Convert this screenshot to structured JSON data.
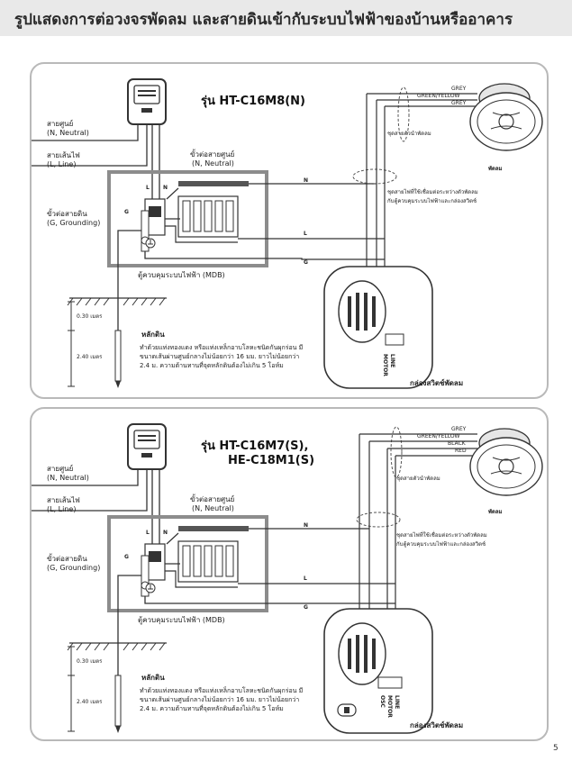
{
  "page_title": "รูปแสดงการต่อวงจรพัดลม และสายดินเข้ากับระบบไฟฟ้าของบ้านหรืออาคาร",
  "page_number": "5",
  "panels": [
    {
      "model": "รุ่น HT-C16M8(N)",
      "model_line2": "",
      "neutral_wire": "สายศูนย์",
      "neutral_wire_en": "(N, Neutral)",
      "live_wire": "สายเส้นไฟ",
      "live_wire_en": "(L, Line)",
      "ground_terminal": "ขั้วต่อสายดิน",
      "ground_terminal_en": "(G, Grounding)",
      "neutral_terminal": "ขั้วต่อสายศูนย์",
      "neutral_terminal_en": "(N, Neutral)",
      "mdb": "ตู้ควบคุมระบบไฟฟ้า (MDB)",
      "depth_1": "0.30 เมตร",
      "depth_2": "2.40 เมตร",
      "ground_rod_title": "หลักดิน",
      "ground_rod_desc": "ทำด้วยแท่งทองแดง หรือแท่งเหล็กอาบโลหะชนิดกันผุกร่อน มีขนาดเส้นผ่านศูนย์กลางไม่น้อยกว่า 16 มม. ยาวไม่น้อยกว่า 2.4 ม. ความต้านทานที่จุดหลักดินต้องไม่เกิน 5 โอห์ม",
      "fan_wires": [
        "GREY",
        "GREEN/YELLOW",
        "GREY"
      ],
      "fan_cable": "ชุดสายตัวนำพัดลม",
      "fan": "พัดลม",
      "connect_cable_line1": "ชุดสายไฟที่ใช้เชื่อมต่อระหว่างตัวพัดลม",
      "connect_cable_line2": "กับตู้ควบคุมระบบไฟฟ้าและกล่องสวิตช์",
      "wire_n": "N",
      "wire_l": "L",
      "wire_g": "G",
      "terminal_g": "G",
      "terminal_l": "L",
      "terminal_n": "N",
      "switch_terms": [
        "LINE",
        "MOTOR"
      ],
      "switch_box": "กล่องสวิตช์พัดลม"
    },
    {
      "model": "รุ่น HT-C16M7(S),",
      "model_line2": "HE-C18M1(S)",
      "neutral_wire": "สายศูนย์",
      "neutral_wire_en": "(N, Neutral)",
      "live_wire": "สายเส้นไฟ",
      "live_wire_en": "(L, Line)",
      "ground_terminal": "ขั้วต่อสายดิน",
      "ground_terminal_en": "(G, Grounding)",
      "neutral_terminal": "ขั้วต่อสายศูนย์",
      "neutral_terminal_en": "(N, Neutral)",
      "mdb": "ตู้ควบคุมระบบไฟฟ้า (MDB)",
      "depth_1": "0.30 เมตร",
      "depth_2": "2.40 เมตร",
      "ground_rod_title": "หลักดิน",
      "ground_rod_desc": "ทำด้วยแท่งทองแดง หรือแท่งเหล็กอาบโลหะชนิดกันผุกร่อน มีขนาดเส้นผ่านศูนย์กลางไม่น้อยกว่า 16 มม. ยาวไม่น้อยกว่า 2.4 ม. ความต้านทานที่จุดหลักดินต้องไม่เกิน 5 โอห์ม",
      "fan_wires": [
        "GREY",
        "GREEN/YELLOW",
        "BLACK",
        "RED"
      ],
      "fan_cable": "ชุดสายตัวนำพัดลม",
      "fan": "พัดลม",
      "connect_cable_line1": "ชุดสายไฟที่ใช้เชื่อมต่อระหว่างตัวพัดลม",
      "connect_cable_line2": "กับตู้ควบคุมระบบไฟฟ้าและกล่องสวิตช์",
      "wire_n": "N",
      "wire_l": "L",
      "wire_g": "G",
      "terminal_g": "G",
      "terminal_l": "L",
      "terminal_n": "N",
      "switch_terms": [
        "LINE",
        "MOTOR",
        "OSC"
      ],
      "switch_box": "กล่องสวิตช์พัดลม"
    }
  ]
}
